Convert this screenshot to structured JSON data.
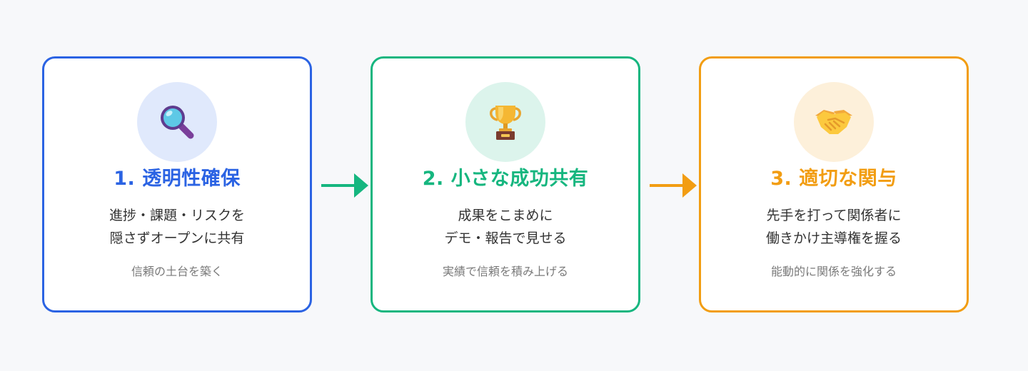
{
  "steps": [
    {
      "icon": "magnifying-glass-icon",
      "color": "#2b63e3",
      "title": "1. 透明性確保",
      "desc_lines": [
        "進捗・課題・リスクを",
        "隠さずオープンに共有"
      ],
      "note": "信頼の土台を築く"
    },
    {
      "icon": "trophy-icon",
      "color": "#16b67f",
      "title": "2. 小さな成功共有",
      "desc_lines": [
        "成果をこまめに",
        "デモ・報告で見せる"
      ],
      "note": "実績で信頼を積み上げる"
    },
    {
      "icon": "handshake-icon",
      "color": "#f29d12",
      "title": "3. 適切な関与",
      "desc_lines": [
        "先手を打って関係者に",
        "働きかけ主導権を握る"
      ],
      "note": "能動的に関係を強化する"
    }
  ],
  "arrows": [
    {
      "color": "#16b67f"
    },
    {
      "color": "#f29d12"
    }
  ]
}
